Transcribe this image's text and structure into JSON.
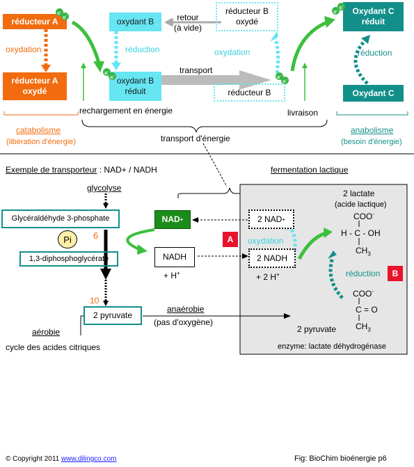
{
  "top": {
    "reducteur_a": "réducteur A",
    "oxydation_left": "oxydation",
    "reducteur_a_oxyde": "réducteur A\noxydé",
    "oxydant_b": "oxydant B",
    "retour": "retour\n(à vide)",
    "reducteur_b_oxyde": "réducteur B\noxydé",
    "reduction_mid": "réduction",
    "oxydation_right": "oxydation",
    "oxydant_b_reduit": "oxydant B\nréduit",
    "transport": "transport",
    "reducteur_b": "réducteur B",
    "oxydant_c_reduit": "Oxydant C\nréduit",
    "reduction_right": "réduction",
    "oxydant_c": "Oxydant C",
    "electron": "e",
    "recharge": "rechargement en énergie",
    "livraison": "livraison",
    "catabolisme": "catabolisme",
    "liberation": "(libération d'énergie)",
    "anabolisme": "anabolisme",
    "besoin": "(besoin d'énergie)",
    "transport_energie": "transport d'énergie"
  },
  "bottom": {
    "exemple": "Exemple de transporteur",
    "exemple_suffix": " : NAD+ / NADH",
    "fermentation": "fermentation lactique",
    "glycolyse": "glycolyse",
    "g3p": "Glycéraldéhyde 3-phosphate",
    "pi": "Pi",
    "step6": "6",
    "dpg": "1,3-diphosphoglycérate",
    "step10": "10",
    "pyruvate_box": "2 pyruvate",
    "aerobie": "aérobie",
    "cycle": "cycle des acides citriques",
    "anaerobie": "anaérobie",
    "pas_oxygene": "(pas d'oxygène)",
    "nad_plus": "NAD",
    "nadh": "NADH",
    "h_plus": "+ H",
    "two_nad_plus": "2 NAD",
    "two_nadh": "2 NADH",
    "two_h_plus": "+ 2 H",
    "label_a": "A",
    "oxydation": "oxydation",
    "reduction": "réduction",
    "label_b": "B",
    "two_lactate": "2 lactate",
    "acide_lactique": "(acide lactique)",
    "coo_top": "COO",
    "lactate_row": "H - C - OH",
    "ch3_top": "CH",
    "coo_bottom": "COO",
    "pyruvate_row": "C = O",
    "ch3_bottom": "CH",
    "two_pyruvate": "2 pyruvate",
    "enzyme": "enzyme: lactate déhydrogénase"
  },
  "footer": {
    "copyright_symbol": "©",
    "copyright": " Copyright 2011 ",
    "website": "www.dilingco.com",
    "fig": "Fig: BioChim bioénergie p6"
  },
  "colors": {
    "orange": "#f26b0f",
    "cyan": "#66e5f2",
    "teal": "#138f8a",
    "green": "#3dbf3d",
    "red": "#e8142c",
    "gray_box": "#e6e6e6",
    "link": "#1a1aff"
  }
}
